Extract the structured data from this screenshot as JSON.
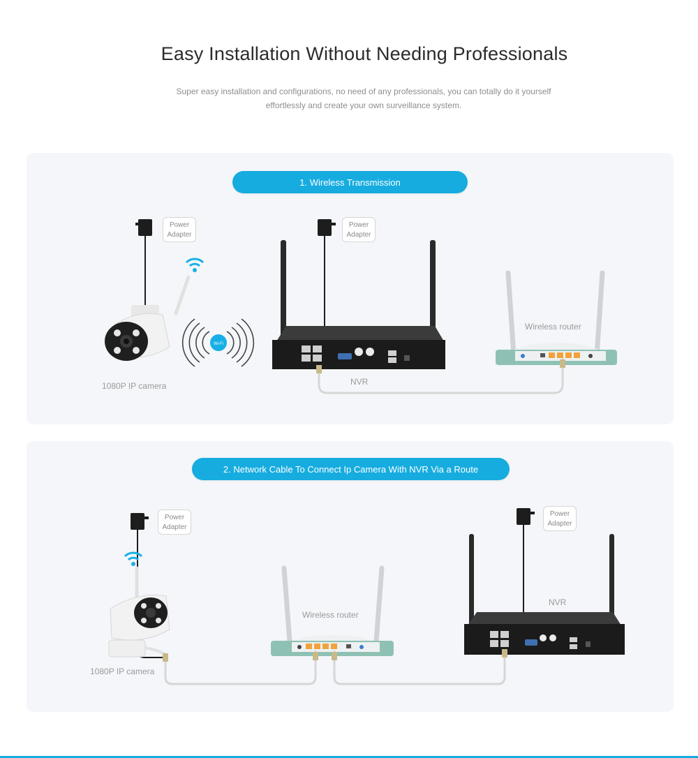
{
  "header": {
    "title": "Easy Installation Without Needing Professionals",
    "subtitle_line1": "Super easy installation and configurations, no need of any professionals, you can totally do it yourself",
    "subtitle_line2": "effortlessly and create your own surveillance system."
  },
  "panel1": {
    "pill": "1. Wireless Transmission",
    "adapter_label": "Power Adapter",
    "camera_label": "1080P IP camera",
    "nvr_label": "NVR",
    "router_label": "Wireless router",
    "wifi_badge": "Wi-Fi"
  },
  "panel2": {
    "pill": "2. Network Cable To Connect Ip Camera With NVR Via a Route",
    "adapter_label": "Power Adapter",
    "camera_label": "1080P IP camera",
    "nvr_label": "NVR",
    "router_label": "Wireless router"
  },
  "colors": {
    "accent": "#16acdf",
    "panel_bg": "#f4f6f9",
    "router_teal": "#8ec1b4",
    "port_orange": "#f2a23c"
  }
}
